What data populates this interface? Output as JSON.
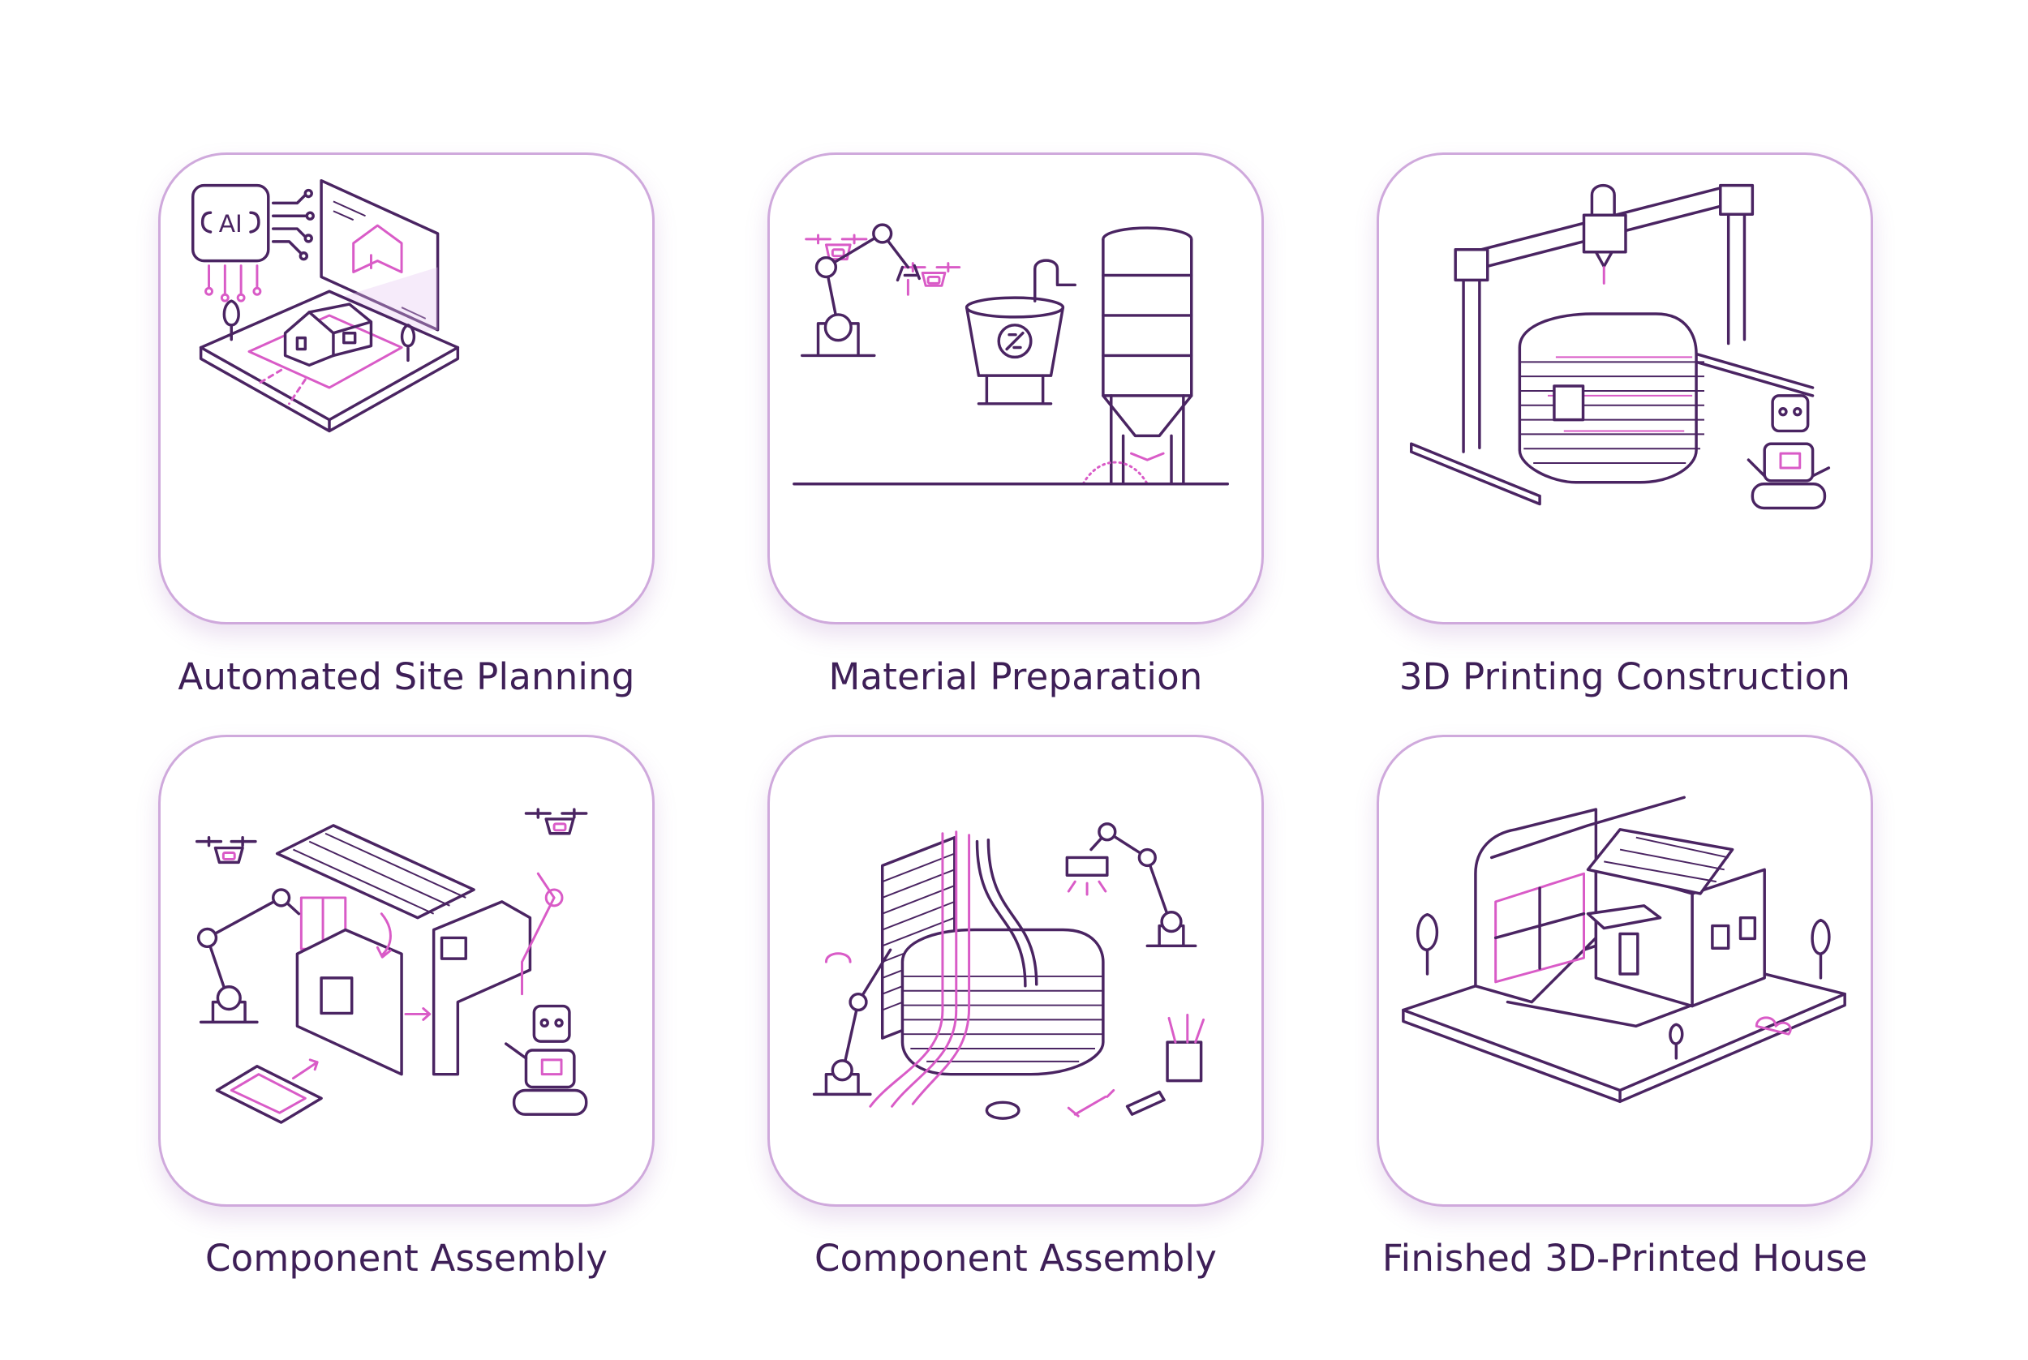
{
  "panels": [
    {
      "label": "Automated Site Planning",
      "icon": "ai-site-planning-icon",
      "badge": "AI"
    },
    {
      "label": "Material Preparation",
      "icon": "material-preparation-icon"
    },
    {
      "label": "3D Printing Construction",
      "icon": "3d-printer-gantry-icon"
    },
    {
      "label": "Component Assembly",
      "icon": "robotic-assembly-icon"
    },
    {
      "label": "Component Assembly",
      "icon": "utility-installation-icon"
    },
    {
      "label": "Finished 3D-Printed House",
      "icon": "finished-house-icon"
    }
  ],
  "colors": {
    "outline": "#4a2462",
    "accent": "#d95bc7",
    "card_border": "#cfa9dc",
    "text": "#3e1f57"
  }
}
